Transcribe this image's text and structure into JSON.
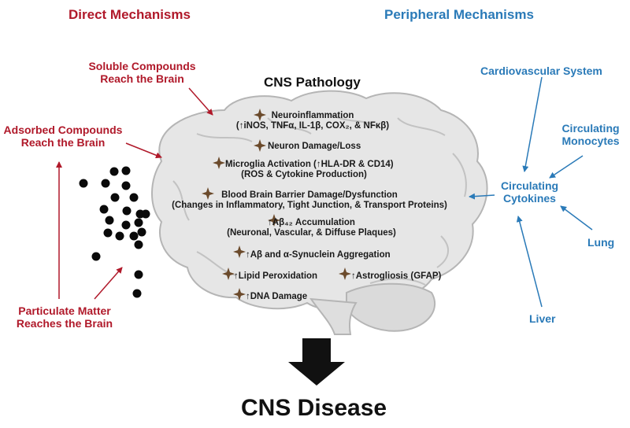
{
  "headings": {
    "direct": "Direct Mechanisms",
    "peripheral": "Peripheral Mechanisms"
  },
  "direct_labels": {
    "soluble": [
      "Soluble Compounds",
      "Reach the Brain"
    ],
    "adsorbed": [
      "Adsorbed Compounds",
      "Reach the Brain"
    ],
    "particulate": [
      "Particulate Matter",
      "Reaches the Brain"
    ]
  },
  "peripheral_labels": {
    "cardio": "Cardiovascular System",
    "monocytes": [
      "Circulating",
      "Monocytes"
    ],
    "cytokines": [
      "Circulating",
      "Cytokines"
    ],
    "lung": "Lung",
    "liver": "Liver"
  },
  "center_title": "CNS Pathology",
  "pathology": {
    "neuroinflammation": [
      "Neuroinflammation",
      "(↑iNOS, TNFα,  IL-1β,  COX₂, & NFκβ)"
    ],
    "neuron_damage": "Neuron Damage/Loss",
    "microglia": [
      "Microglia Activation (↑HLA-DR & CD14)",
      "(ROS & Cytokine Production)"
    ],
    "bbb": [
      "Blood Brain Barrier Damage/Dysfunction",
      "(Changes in Inflammatory, Tight Junction, & Transport Proteins)"
    ],
    "abeta42": [
      "↑Aβ₄₂ Accumulation",
      "(Neuronal, Vascular, & Diffuse Plaques)"
    ],
    "aggregation": "↑Aβ and α-Synuclein Aggregation",
    "lipid": "↑Lipid Peroxidation",
    "astro": "↑Astrogliosis (GFAP)",
    "dna": "↑DNA Damage"
  },
  "outcome": "CNS Disease",
  "colors": {
    "direct": "#b0192a",
    "peripheral": "#2a7ab8",
    "star": "#6b4a2b",
    "brain_fill": "#e6e6e6",
    "brain_stroke": "#b8b8b8"
  }
}
